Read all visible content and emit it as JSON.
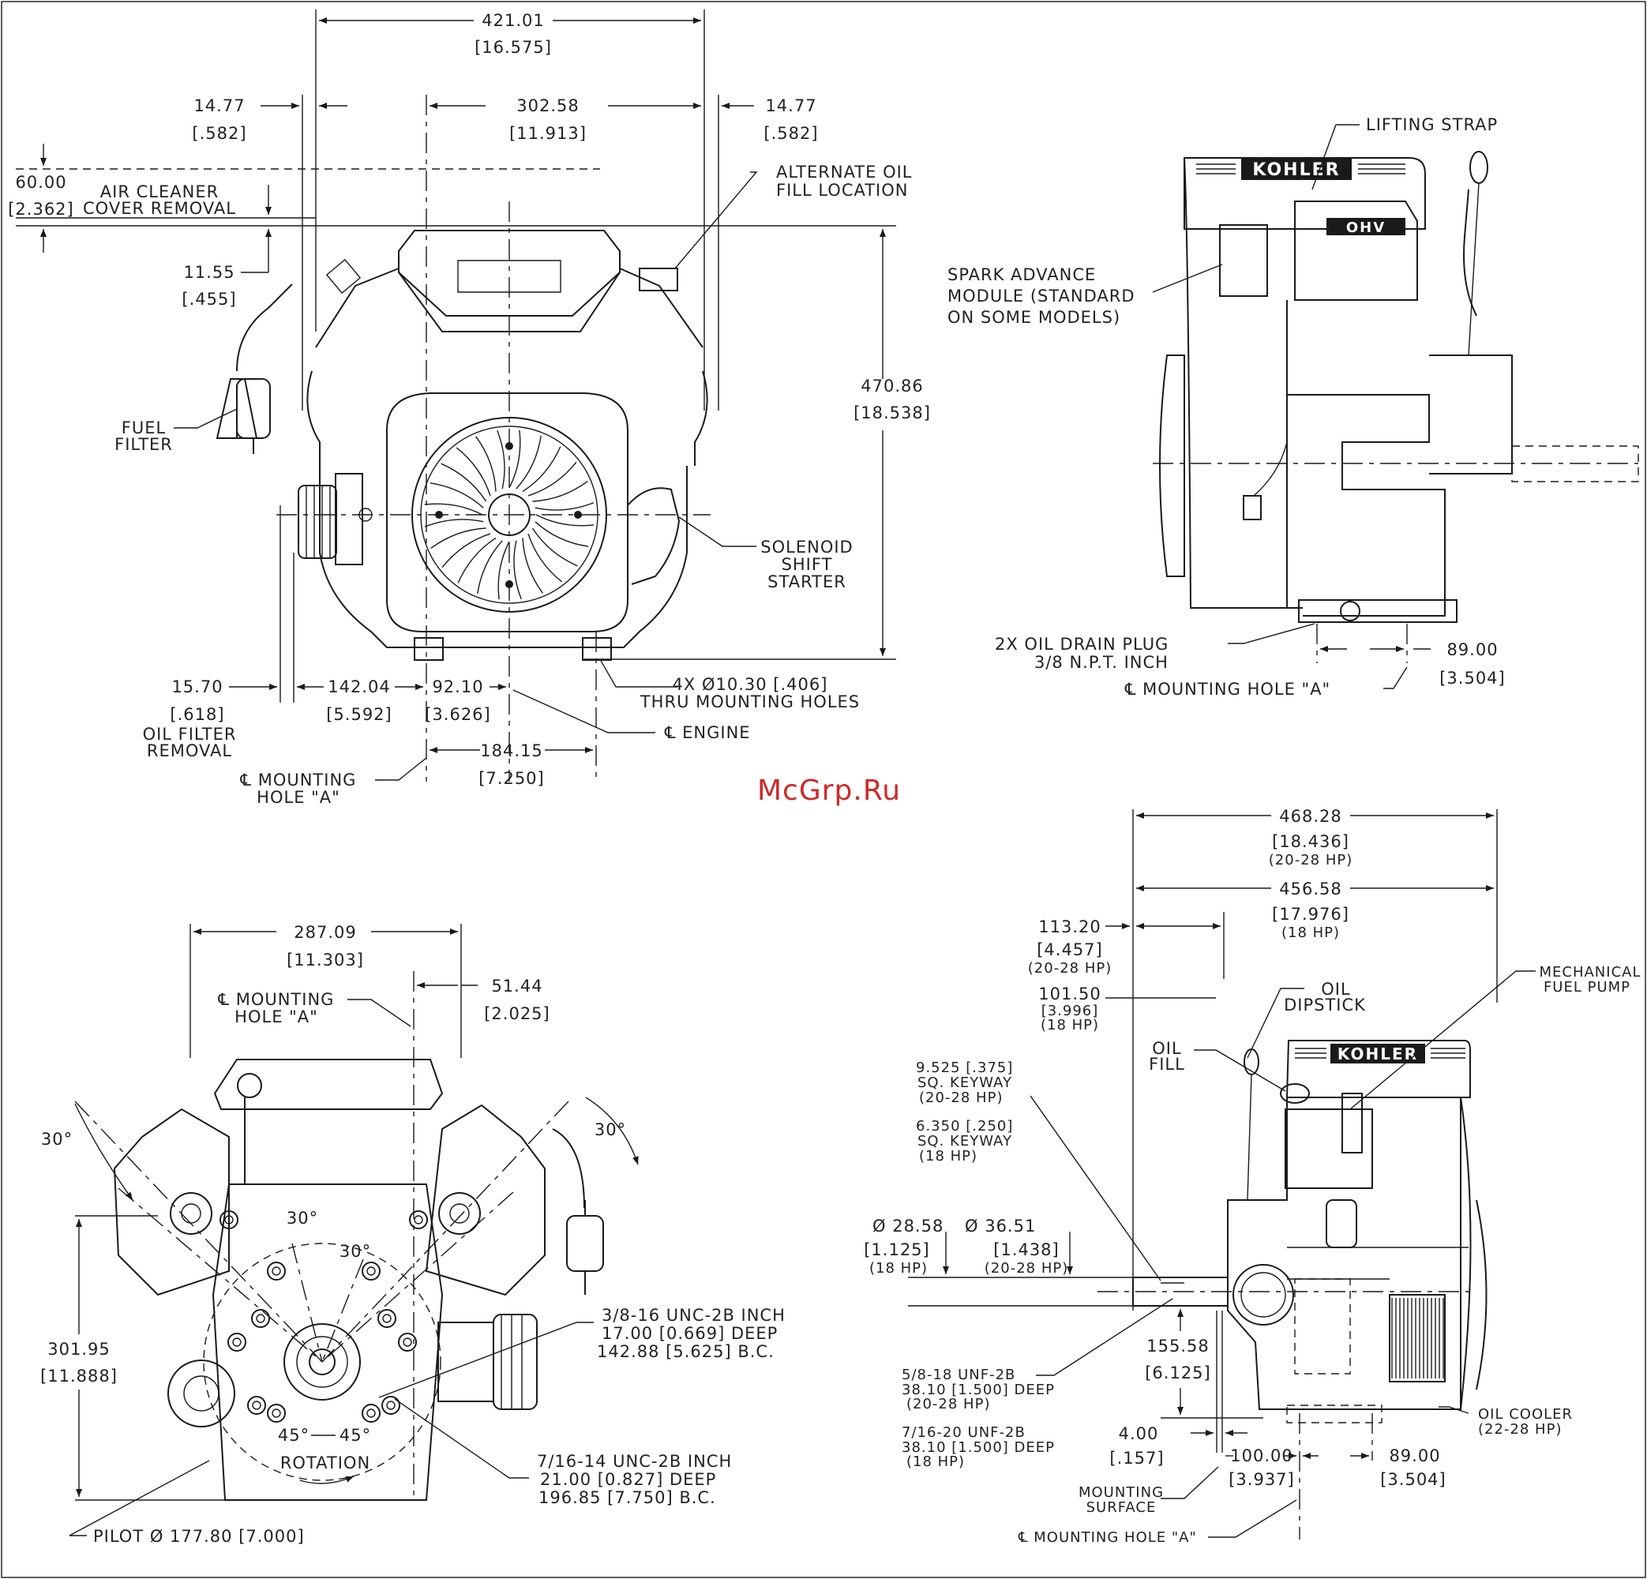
{
  "watermark": "McGrp.Ru",
  "logos": {
    "brand": "KOHLER",
    "valve_cover": "OHV"
  },
  "front_view": {
    "dim_overall_width": {
      "mm": "421.01",
      "in": "[16.575]"
    },
    "dim_head_left": {
      "mm": "14.77",
      "in": "[.582]"
    },
    "dim_head_span": {
      "mm": "302.58",
      "in": "[11.913]"
    },
    "dim_head_right": {
      "mm": "14.77",
      "in": "[.582]"
    },
    "dim_air_cleaner": {
      "mm": "60.00",
      "in": "[2.362]",
      "label_1": "AIR CLEANER",
      "label_2": "COVER REMOVAL"
    },
    "dim_top": {
      "mm": "11.55",
      "in": "[.455]"
    },
    "dim_height": {
      "mm": "470.86",
      "in": "[18.538]"
    },
    "dim_oil_filter": {
      "mm": "15.70",
      "in": "[.618]",
      "label_1": "OIL FILTER",
      "label_2": "REMOVAL"
    },
    "dim_filter_to_hole": {
      "mm": "142.04",
      "in": "[5.592]"
    },
    "dim_hole_to_engine": {
      "mm": "92.10",
      "in": "[3.626]"
    },
    "dim_hole_spacing": {
      "mm": "184.15",
      "in": "[7.250]"
    },
    "callout_alt_oil_1": "ALTERNATE OIL",
    "callout_alt_oil_2": "FILL LOCATION",
    "callout_fuel_1": "FUEL",
    "callout_fuel_2": "FILTER",
    "callout_solenoid_1": "SOLENOID",
    "callout_solenoid_2": "SHIFT",
    "callout_solenoid_3": "STARTER",
    "callout_holes_1": "4X Ø10.30 [.406]",
    "callout_holes_2": "THRU MOUNTING HOLES",
    "callout_engine": "℄ ENGINE",
    "callout_hole_a_1": "℄ MOUNTING",
    "callout_hole_a_2": "HOLE \"A\""
  },
  "side_view_top": {
    "callout_lifting": "LIFTING STRAP",
    "callout_spark_1": "SPARK ADVANCE",
    "callout_spark_2": "MODULE (STANDARD",
    "callout_spark_3": "ON SOME MODELS)",
    "callout_drain_1": "2X OIL DRAIN PLUG",
    "callout_drain_2": "3/8 N.P.T. INCH",
    "callout_hole_a": "℄ MOUNTING HOLE \"A\"",
    "dim_offset": {
      "mm": "89.00",
      "in": "[3.504]"
    }
  },
  "pto_view": {
    "dim_width": {
      "mm": "287.09",
      "in": "[11.303]"
    },
    "dim_offset": {
      "mm": "51.44",
      "in": "[2.025]"
    },
    "callout_hole_a_1": "℄ MOUNTING",
    "callout_hole_a_2": "HOLE \"A\"",
    "angle_left": "30°",
    "angle_right": "30°",
    "angle_inner_1": "30°",
    "angle_inner_2": "30°",
    "angle_bottom_left": "45°",
    "angle_bottom_right": "45°",
    "rotation": "ROTATION",
    "dim_height": {
      "mm": "301.95",
      "in": "[11.888]"
    },
    "callout_bolt_a_1": "3/8-16 UNC-2B INCH",
    "callout_bolt_a_2": "17.00 [0.669] DEEP",
    "callout_bolt_a_3": "142.88 [5.625] B.C.",
    "callout_bolt_b_1": "7/16-14 UNC-2B INCH",
    "callout_bolt_b_2": "21.00 [0.827] DEEP",
    "callout_bolt_b_3": "196.85 [7.750] B.C.",
    "callout_pilot": "PILOT Ø 177.80 [7.000]"
  },
  "side_view_bottom": {
    "dim_total_2028": {
      "mm": "468.28",
      "in": "[18.436]",
      "note": "(20-28 HP)"
    },
    "dim_total_18": {
      "mm": "456.58",
      "in": "[17.976]",
      "note": "(18 HP)"
    },
    "dim_shaft_2028": {
      "mm": "113.20",
      "in": "[4.457]",
      "note": "(20-28 HP)"
    },
    "dim_shaft_18": {
      "mm": "101.50",
      "in": "[3.996]",
      "note": "(18 HP)"
    },
    "keyway_2028_1": "9.525 [.375]",
    "keyway_2028_2": "SQ. KEYWAY",
    "keyway_2028_3": "(20-28 HP)",
    "keyway_18_1": "6.350 [.250]",
    "keyway_18_2": "SQ. KEYWAY",
    "keyway_18_3": "(18 HP)",
    "dia_18": {
      "mm": "Ø 28.58",
      "in": "[1.125]",
      "note": "(18 HP)"
    },
    "dia_2028": {
      "mm": "Ø 36.51",
      "in": "[1.438]",
      "note": "(20-28 HP)"
    },
    "callout_dipstick_1": "OIL",
    "callout_dipstick_2": "DIPSTICK",
    "callout_oil_fill_1": "OIL",
    "callout_oil_fill_2": "FILL",
    "callout_fuel_pump_1": "MECHANICAL",
    "callout_fuel_pump_2": "FUEL PUMP",
    "dim_shaft_height": {
      "mm": "155.58",
      "in": "[6.125]"
    },
    "thread_2028_1": "5/8-18 UNF-2B",
    "thread_2028_2": "38.10 [1.500] DEEP",
    "thread_2028_3": "(20-28 HP)",
    "thread_18_1": "7/16-20 UNF-2B",
    "thread_18_2": "38.10 [1.500] DEEP",
    "thread_18_3": "(18 HP)",
    "dim_surface": {
      "mm": "4.00",
      "in": "[.157]"
    },
    "dim_mount_100": {
      "mm": "100.00",
      "in": "[3.937]"
    },
    "dim_mount_89": {
      "mm": "89.00",
      "in": "[3.504]"
    },
    "callout_surface_1": "MOUNTING",
    "callout_surface_2": "SURFACE",
    "callout_cooler_1": "OIL COOLER",
    "callout_cooler_2": "(22-28 HP)",
    "callout_hole_a": "℄ MOUNTING HOLE \"A\""
  }
}
